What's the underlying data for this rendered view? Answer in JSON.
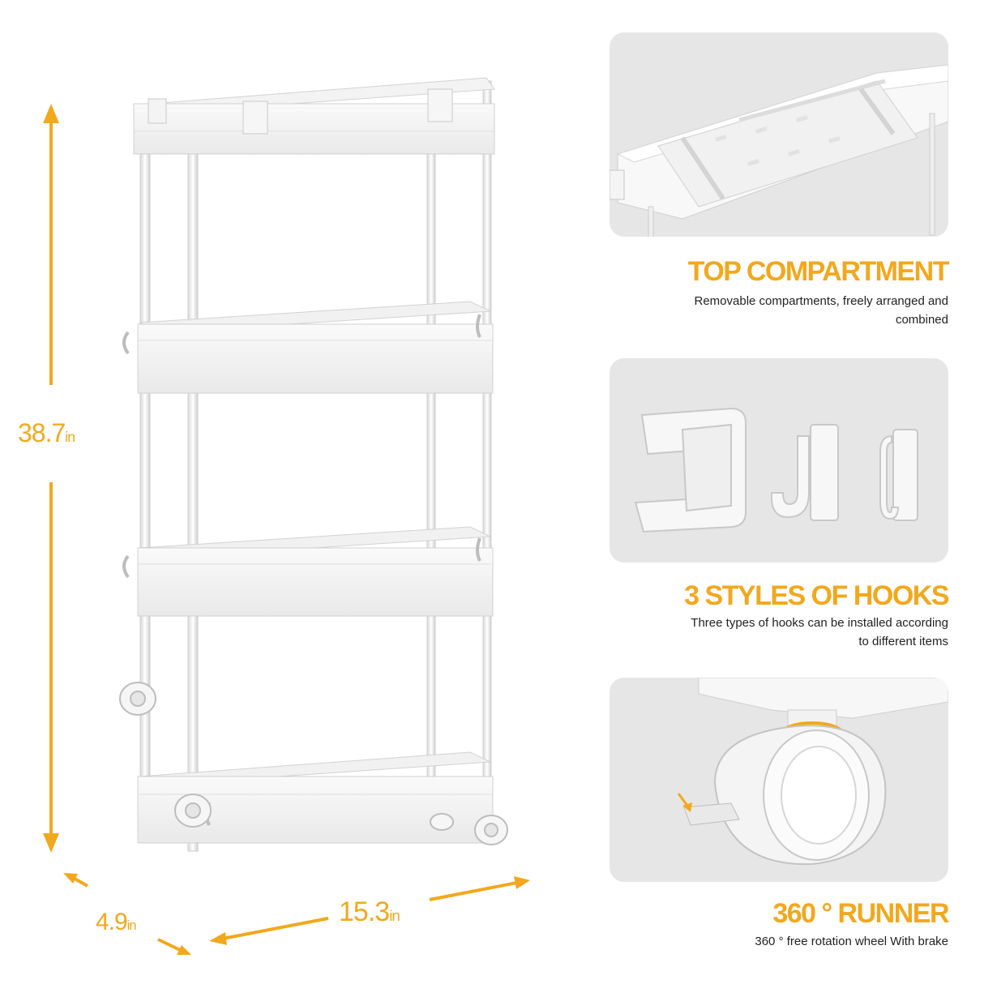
{
  "dimensions": {
    "height": {
      "value": "38.7",
      "unit": "in"
    },
    "depth": {
      "value": "4.9",
      "unit": "in"
    },
    "width": {
      "value": "15.3",
      "unit": "in"
    }
  },
  "features": [
    {
      "title": "TOP COMPARTMENT",
      "desc_line1": "Removable compartments, freely arranged and",
      "desc_line2": "combined"
    },
    {
      "title": "3 STYLES OF HOOKS",
      "desc_line1": "Three types of hooks can be installed according",
      "desc_line2": "to different items"
    },
    {
      "title": "360 ° RUNNER",
      "desc_line1": "360 ° free rotation wheel With brake",
      "desc_line2": ""
    }
  ],
  "colors": {
    "accent": "#f2a81d",
    "panel": "#e6e6e6",
    "text": "#222222"
  }
}
